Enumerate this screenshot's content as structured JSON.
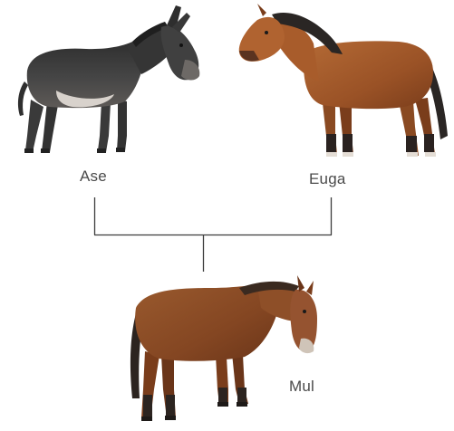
{
  "parents": {
    "donkey": {
      "label": "Ase",
      "icon": "donkey-image",
      "coat": "#3b3b3b",
      "belly": "#d8d2cc"
    },
    "horse": {
      "label": "Euga",
      "icon": "horse-image",
      "coat": "#a35a2a",
      "mane": "#2a2624"
    }
  },
  "offspring": {
    "mule": {
      "label": "Mul",
      "icon": "mule-image",
      "coat": "#8e4f28",
      "mane": "#3a2a20"
    }
  },
  "connector": {
    "color": "#3c3c3c"
  }
}
